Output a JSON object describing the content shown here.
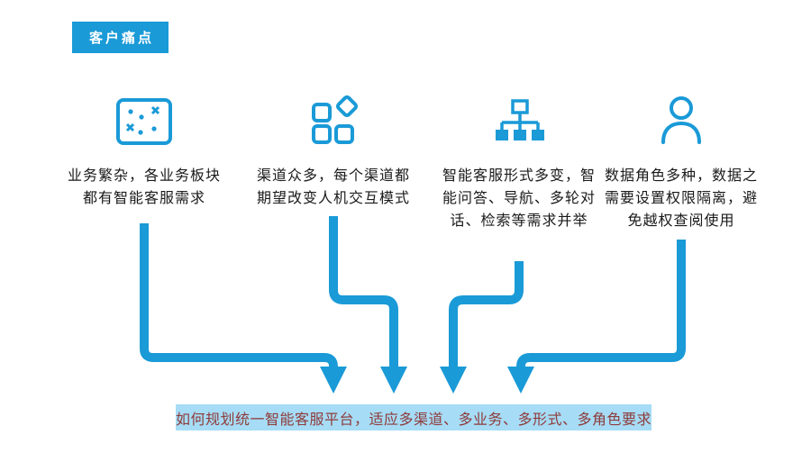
{
  "badge": {
    "label": "客户痛点"
  },
  "columns": [
    {
      "icon": "markers-board-icon",
      "lines": [
        "业务繁杂，各业务板块",
        "都有智能客服需求"
      ]
    },
    {
      "icon": "components-icon",
      "lines": [
        "渠道众多，每个渠道都",
        "期望改变人机交互模式"
      ]
    },
    {
      "icon": "sitemap-icon",
      "lines": [
        "智能客服形式多变，智",
        "能问答、导航、多轮对",
        "话、检索等需求并举"
      ]
    },
    {
      "icon": "user-icon",
      "lines": [
        "数据角色多种，数据之",
        "需要设置权限隔离，避",
        "免越权查阅使用"
      ]
    }
  ],
  "conclusion": {
    "text": "如何规划统一智能客服平台，适应多渠道、多业务、多形式、多角色要求"
  },
  "colors": {
    "accent": "#1A9AD7",
    "bar_background": "#A6DCF5",
    "bar_text": "#8E3B3B",
    "badge_background": "#1A9AD7",
    "badge_text": "#FFFFFF"
  }
}
